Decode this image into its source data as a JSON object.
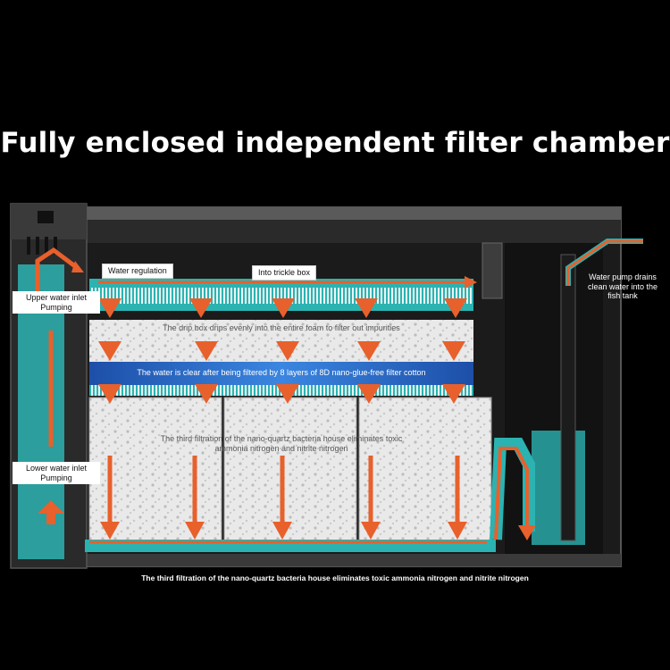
{
  "headline": "Fully enclosed independent filter chamber",
  "labels": {
    "water_regulation": "Water regulation",
    "into_trickle_box": "Into trickle box",
    "upper_inlet": "Upper water inlet Pumping",
    "lower_inlet": "Lower water inlet Pumping",
    "pump_drains": "Water pump drains clean water into the fish tank",
    "drip_box": "The drip box drips evenly into the entire foam to filter out impurities",
    "filter_cotton": "The water is clear after being filtered by 8 layers of 8D nano-glue-free filter cotton",
    "bacteria_house": "The third filtration of the nano-quartz bacteria house eliminates toxic ammonia nitrogen and nitrite nitrogen",
    "bottom_caption": "The third filtration of the nano-quartz bacteria house eliminates toxic ammonia nitrogen and nitrite nitrogen"
  },
  "colors": {
    "background": "#000000",
    "water_teal": "#2bb3b1",
    "flow_orange": "#e8602c",
    "housing_gray": "#4a4a4a",
    "foam_white": "#eeeeee",
    "cotton_blue": "#1f5fbf"
  },
  "icons": {
    "flow_arrow": "down-arrow",
    "flow_direction": "right-arrow"
  }
}
